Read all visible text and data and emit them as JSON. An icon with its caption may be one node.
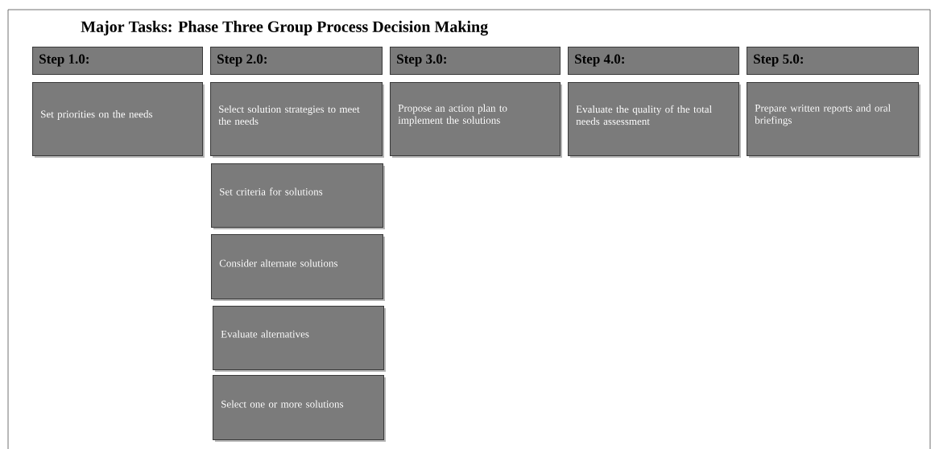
{
  "diagram": {
    "title": "Major Tasks: Phase Three Group Process Decision Making",
    "nodes": [
      {
        "text": [
          "Step 1.0:"
        ]
      },
      {
        "text": [
          "Step 2.0:"
        ]
      },
      {
        "text": [
          "Step 3.0:"
        ]
      },
      {
        "text": [
          "Step 4.0:"
        ]
      },
      {
        "text": [
          "Step 5.0:"
        ]
      },
      {
        "text": [
          "Set priorities on the needs"
        ]
      },
      {
        "text": [
          "Select solution strategies to meet the needs"
        ]
      },
      {
        "text": [
          "Propose an action plan to implement the solutions"
        ]
      },
      {
        "text": [
          "Evaluate the quality of the total needs assessment"
        ]
      },
      {
        "text": [
          "Prepare written reports and oral briefings"
        ]
      },
      {
        "text": [
          "Set criteria for solutions"
        ]
      },
      {
        "text": [
          "Consider alternate solutions"
        ]
      },
      {
        "text": [
          "Evaluate alternatives"
        ]
      },
      {
        "text": [
          "Select one or more solutions"
        ]
      }
    ]
  }
}
